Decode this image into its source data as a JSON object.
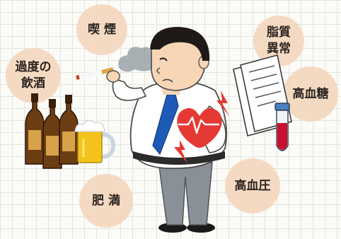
{
  "risk_factors": {
    "smoking": "喫 煙",
    "drinking_line1": "過度の",
    "drinking_line2": "飲酒",
    "lipid_line1": "脂質",
    "lipid_line2": "異常",
    "blood_sugar": "高血糖",
    "blood_pressure": "高血圧",
    "obesity": "肥 満"
  },
  "colors": {
    "bubble": "#f4d6bc",
    "heart": "#e53935",
    "tie": "#1e5bb8",
    "shirt": "#ffffff",
    "pants": "#8a9097",
    "bottle": "#6b3d12",
    "beer": "#f3c31b"
  }
}
